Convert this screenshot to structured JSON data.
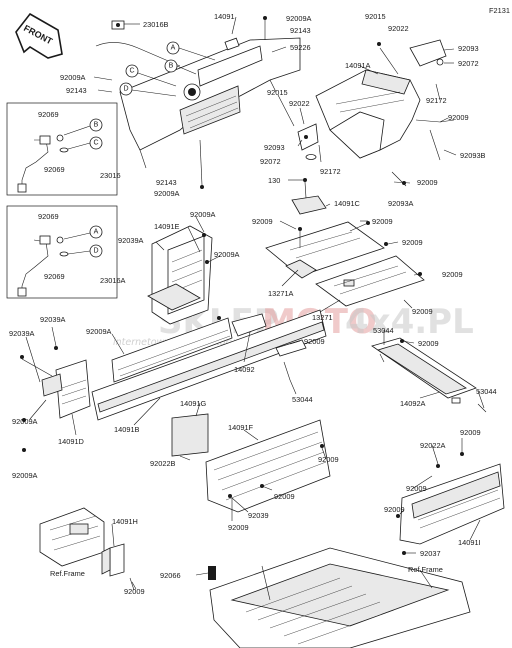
{
  "figure_code": "F2131",
  "front_label": "FRONT",
  "watermark": {
    "brand_a": "SKLEP",
    "brand_b": "MOTO",
    "brand_c": "4x4.PL",
    "tagline": "internetowy sklep motoryzacyjny"
  },
  "callout_letters": [
    "A",
    "B",
    "C",
    "D"
  ],
  "part_labels": [
    {
      "id": "p01",
      "text": "23016B"
    },
    {
      "id": "p02",
      "text": "14091"
    },
    {
      "id": "p03",
      "text": "92009A"
    },
    {
      "id": "p04",
      "text": "92143"
    },
    {
      "id": "p05",
      "text": "59226"
    },
    {
      "id": "p06",
      "text": "92015"
    },
    {
      "id": "p07",
      "text": "92022"
    },
    {
      "id": "p08",
      "text": "92093"
    },
    {
      "id": "p09",
      "text": "92072"
    },
    {
      "id": "p10",
      "text": "14091A"
    },
    {
      "id": "p11",
      "text": "92009A"
    },
    {
      "id": "p12",
      "text": "92143"
    },
    {
      "id": "p13",
      "text": "92069"
    },
    {
      "id": "p14",
      "text": "92069"
    },
    {
      "id": "p15",
      "text": "23016"
    },
    {
      "id": "p16",
      "text": "92015"
    },
    {
      "id": "p17",
      "text": "92022"
    },
    {
      "id": "p18",
      "text": "92093"
    },
    {
      "id": "p19",
      "text": "92072"
    },
    {
      "id": "p20",
      "text": "92172"
    },
    {
      "id": "p21",
      "text": "92172"
    },
    {
      "id": "p22",
      "text": "92009"
    },
    {
      "id": "p23",
      "text": "92093B"
    },
    {
      "id": "p24",
      "text": "92143"
    },
    {
      "id": "p25",
      "text": "92009A"
    },
    {
      "id": "p26",
      "text": "92093A"
    },
    {
      "id": "p27",
      "text": "92009"
    },
    {
      "id": "p28",
      "text": "130"
    },
    {
      "id": "p29",
      "text": "14091C"
    },
    {
      "id": "p30",
      "text": "92009"
    },
    {
      "id": "p31",
      "text": "92009"
    },
    {
      "id": "p32",
      "text": "92069"
    },
    {
      "id": "p33",
      "text": "92069"
    },
    {
      "id": "p34",
      "text": "23016A"
    },
    {
      "id": "p35",
      "text": "92009A"
    },
    {
      "id": "p36",
      "text": "14091E"
    },
    {
      "id": "p37",
      "text": "92039A"
    },
    {
      "id": "p38",
      "text": "92009A"
    },
    {
      "id": "p39",
      "text": "92009"
    },
    {
      "id": "p40",
      "text": "92009"
    },
    {
      "id": "p41",
      "text": "13271A"
    },
    {
      "id": "p42",
      "text": "13271"
    },
    {
      "id": "p43",
      "text": "92009"
    },
    {
      "id": "p44",
      "text": "92039A"
    },
    {
      "id": "p45",
      "text": "92039A"
    },
    {
      "id": "p46",
      "text": "92009A"
    },
    {
      "id": "p47",
      "text": "92009"
    },
    {
      "id": "p48",
      "text": "14092"
    },
    {
      "id": "p49",
      "text": "53044"
    },
    {
      "id": "p50",
      "text": "53044"
    },
    {
      "id": "p51",
      "text": "92009"
    },
    {
      "id": "p52",
      "text": "92009A"
    },
    {
      "id": "p53",
      "text": "14091D"
    },
    {
      "id": "p54",
      "text": "14091B"
    },
    {
      "id": "p55",
      "text": "53044"
    },
    {
      "id": "p56",
      "text": "14092A"
    },
    {
      "id": "p57",
      "text": "92009A"
    },
    {
      "id": "p58",
      "text": "14091G"
    },
    {
      "id": "p59",
      "text": "14091F"
    },
    {
      "id": "p60",
      "text": "92022B"
    },
    {
      "id": "p61",
      "text": "92009"
    },
    {
      "id": "p62",
      "text": "92022A"
    },
    {
      "id": "p63",
      "text": "92009"
    },
    {
      "id": "p64",
      "text": "92009"
    },
    {
      "id": "p65",
      "text": "92009"
    },
    {
      "id": "p66",
      "text": "92039"
    },
    {
      "id": "p67",
      "text": "92009"
    },
    {
      "id": "p68",
      "text": "92009"
    },
    {
      "id": "p69",
      "text": "14091I"
    },
    {
      "id": "p70",
      "text": "14091H"
    },
    {
      "id": "p71",
      "text": "92037"
    },
    {
      "id": "p72",
      "text": "92066"
    },
    {
      "id": "p73",
      "text": "92009"
    }
  ],
  "ref_labels": [
    {
      "id": "r1",
      "text": "Ref.Frame"
    },
    {
      "id": "r2",
      "text": "Ref.Frame"
    }
  ]
}
